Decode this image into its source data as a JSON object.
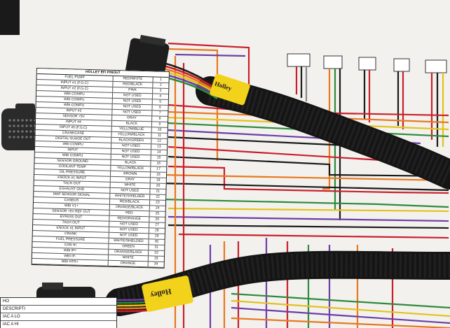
{
  "scene": {
    "description_kind": "photo",
    "colors": {
      "paper": "#f3f1ee",
      "wire_red": "#c8202a",
      "wire_orange": "#e8781e",
      "wire_green": "#2e8b3a",
      "wire_purple": "#6b3ea6",
      "wire_yellow": "#e2c21c",
      "wire_black": "#1a1a1a",
      "sleeve": "#151515",
      "label_yellow": "#f3d21b"
    }
  },
  "labels": {
    "tag_upper": "Holley",
    "tag_lower": "Holley"
  },
  "table_small": {
    "row1": "HO",
    "row2": "DESCRIPTI",
    "row3": "IAC A LO",
    "row4": "IAC A HI"
  },
  "pinout": {
    "header": "HOLLEY EFI PINOUT",
    "rows": [
      [
        "FUEL PUMP",
        "RED/WHITE",
        "1"
      ],
      [
        "INPUT #1 (F,G,C)",
        "RED/BLACK",
        "2"
      ],
      [
        "INPUT #2 (F,G,C)",
        "PINK",
        "3"
      ],
      [
        "WBI COMPU",
        "NOT USED",
        "4"
      ],
      [
        "WBI COMPU",
        "NOT USED",
        "5"
      ],
      [
        "WBI COMPU",
        "NOT USED",
        "6"
      ],
      [
        "INPUT #3",
        "NOT USED",
        "7"
      ],
      [
        "SENSOR +5V",
        "GRAY",
        "8"
      ],
      [
        "INPUT #4",
        "BLACK",
        "9"
      ],
      [
        "INPUT #5 (F,G,C)",
        "YELLOW/BLUE",
        "10"
      ],
      [
        "CRANKCASE",
        "YELLOW/BLACK",
        "11"
      ],
      [
        "DIGITAL GUAGE OUT",
        "BLACK/GREEN",
        "12"
      ],
      [
        "WBI COMPU",
        "NOT USED",
        "13"
      ],
      [
        "INPUT",
        "NOT USED",
        "14"
      ],
      [
        "WBI COMPU",
        "NOT USED",
        "15"
      ],
      [
        "SENSOR GROUND",
        "BLACK",
        "16"
      ],
      [
        "COOLANT TEMP",
        "YELLOW/BLACK",
        "17"
      ],
      [
        "OIL PRESSURE",
        "BROWN",
        "18"
      ],
      [
        "KNOCK #1 INPUT",
        "GRAY",
        "19"
      ],
      [
        "TACH OUT",
        "WHITE",
        "20"
      ],
      [
        "EXHAUST GND",
        "NOT USED",
        "21"
      ],
      [
        "MAP SENSOR SIGNAL",
        "WHITE/SHIELDED",
        "22"
      ],
      [
        "CANBUS",
        "RED/BLACK",
        "23"
      ],
      [
        "WBI V1+",
        "ORANGE/BLACK",
        "24"
      ],
      [
        "SENSOR +5V REF OUT",
        "RED",
        "25"
      ],
      [
        "BYPASS OUT",
        "RED/ORANGE",
        "26"
      ],
      [
        "TACH OUT",
        "NOT USED",
        "27"
      ],
      [
        "KNOCK #1 INPUT",
        "NOT USED",
        "28"
      ],
      [
        "CRANK",
        "NOT USED",
        "29"
      ],
      [
        "FUEL PRESSURE",
        "WHITE/SHIELDED",
        "30"
      ],
      [
        "CAN HI",
        "GREEN",
        "31"
      ],
      [
        "WBI IP+",
        "ORANGE/BLACK",
        "32"
      ],
      [
        "WBI IP-",
        "WHITE",
        "33"
      ],
      [
        "WBI HTR+",
        "ORANGE",
        "34"
      ]
    ]
  }
}
